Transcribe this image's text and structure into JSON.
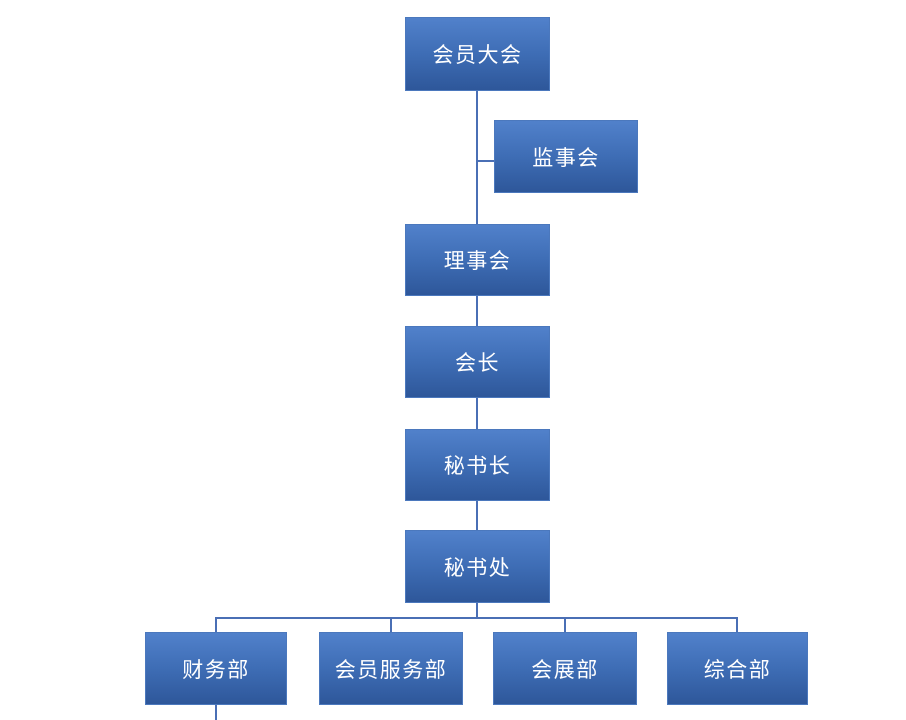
{
  "org_chart": {
    "type": "organization-chart",
    "colors": {
      "background": "#ffffff",
      "node_fill_top": "#5181cb",
      "node_fill_mid": "#3e6db5",
      "node_fill_bottom": "#2e579a",
      "node_border": "#4b78bd",
      "node_text": "#ffffff",
      "connector": "#4a6fb5"
    },
    "nodes": [
      {
        "id": "member-assembly",
        "label": "会员大会",
        "level": 1,
        "parent": null
      },
      {
        "id": "supervisory-board",
        "label": "监事会",
        "level": 2,
        "parent": "member-assembly"
      },
      {
        "id": "council",
        "label": "理事会",
        "level": 3,
        "parent": "member-assembly"
      },
      {
        "id": "president",
        "label": "会长",
        "level": 4,
        "parent": "council"
      },
      {
        "id": "secretary-general",
        "label": "秘书长",
        "level": 5,
        "parent": "president"
      },
      {
        "id": "secretariat",
        "label": "秘书处",
        "level": 6,
        "parent": "secretary-general"
      },
      {
        "id": "finance-dept",
        "label": "财务部",
        "level": 7,
        "parent": "secretariat"
      },
      {
        "id": "member-services-dept",
        "label": "会员服务部",
        "level": 7,
        "parent": "secretariat"
      },
      {
        "id": "exhibition-dept",
        "label": "会展部",
        "level": 7,
        "parent": "secretariat"
      },
      {
        "id": "general-dept",
        "label": "综合部",
        "level": 7,
        "parent": "secretariat"
      }
    ]
  }
}
